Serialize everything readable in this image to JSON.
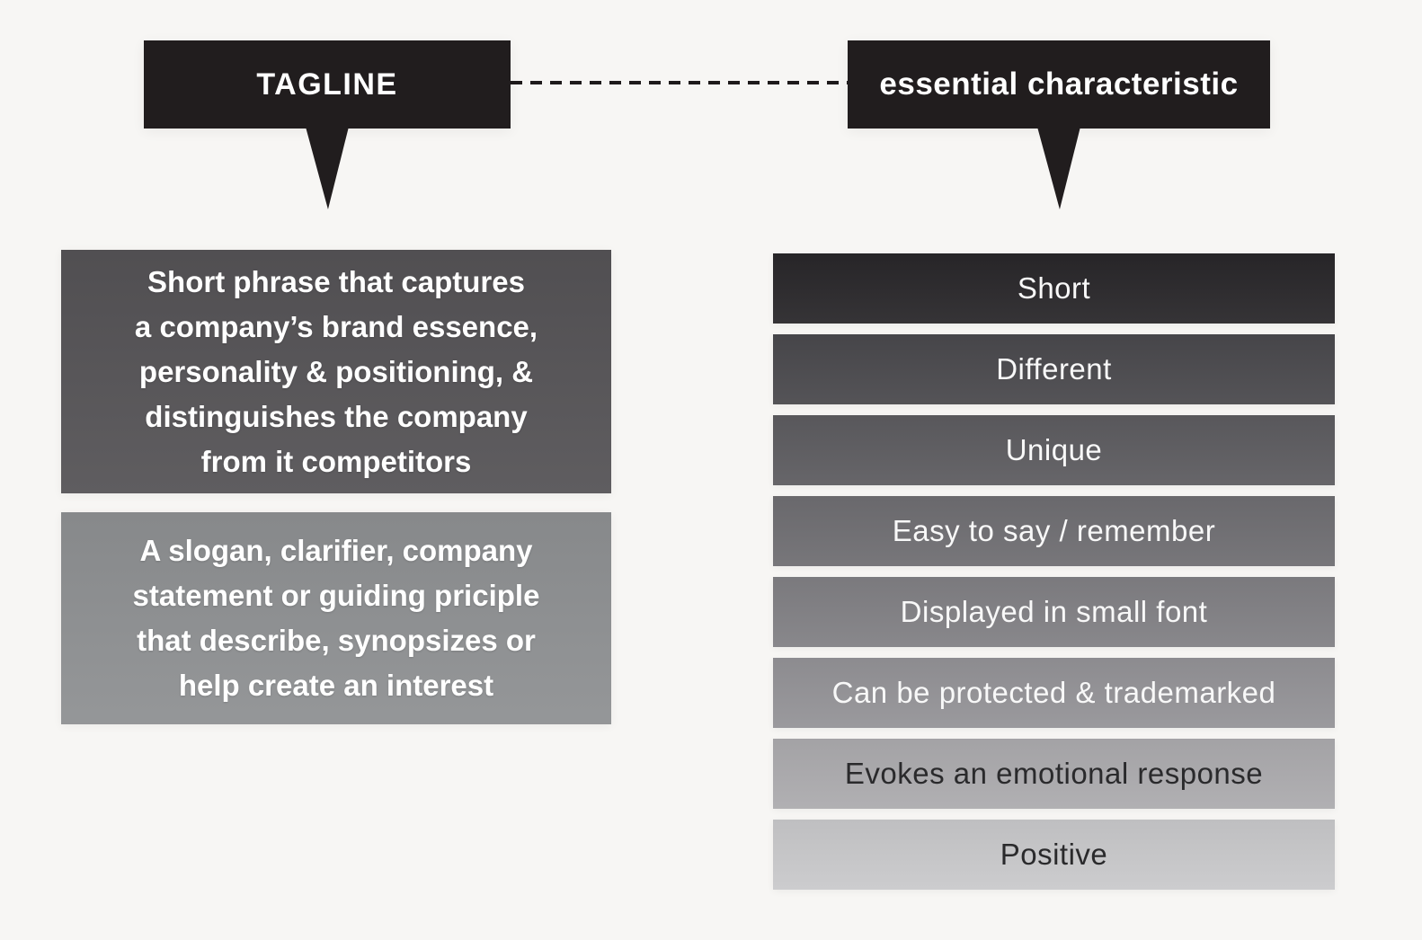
{
  "background_color": "#f7f6f4",
  "header": {
    "left_bubble": {
      "label": "TAGLINE",
      "bg": "#211d1e",
      "text_color": "#ffffff"
    },
    "right_bubble": {
      "label": "essential characteristic",
      "bg": "#211d1e",
      "text_color": "#ffffff"
    },
    "connector_color": "#1e1a1b"
  },
  "left_column": {
    "definition_box": {
      "text": "Short phrase that captures\na company’s brand essence,\npersonality & positioning, &\ndistinguishes the company\nfrom it competitors",
      "bg": "#555356",
      "text_color": "#ffffff"
    },
    "description_box": {
      "text": "A slogan, clarifier, company\nstatement or guiding priciple\nthat describe, synopsizes or\nhelp create an interest",
      "bg": "#8e9092",
      "text_color": "#ffffff"
    }
  },
  "right_column": {
    "bars": [
      {
        "label": "Short",
        "bg": "#29272a",
        "text_color": "#f8f8f8"
      },
      {
        "label": "Different",
        "bg": "#4a494d",
        "text_color": "#f8f8f8"
      },
      {
        "label": "Unique",
        "bg": "#5d5c60",
        "text_color": "#f8f8f8"
      },
      {
        "label": "Easy to say / remember",
        "bg": "#6f6e72",
        "text_color": "#f8f8f8"
      },
      {
        "label": "Displayed in small font",
        "bg": "#818084",
        "text_color": "#f8f8f8"
      },
      {
        "label": "Can be protected & trademarked",
        "bg": "#949397",
        "text_color": "#f8f8f8"
      },
      {
        "label": "Evokes an emotional response",
        "bg": "#acabae",
        "text_color": "#2a2a2c"
      },
      {
        "label": "Positive",
        "bg": "#c9c9cb",
        "text_color": "#2a2a2c"
      }
    ]
  }
}
